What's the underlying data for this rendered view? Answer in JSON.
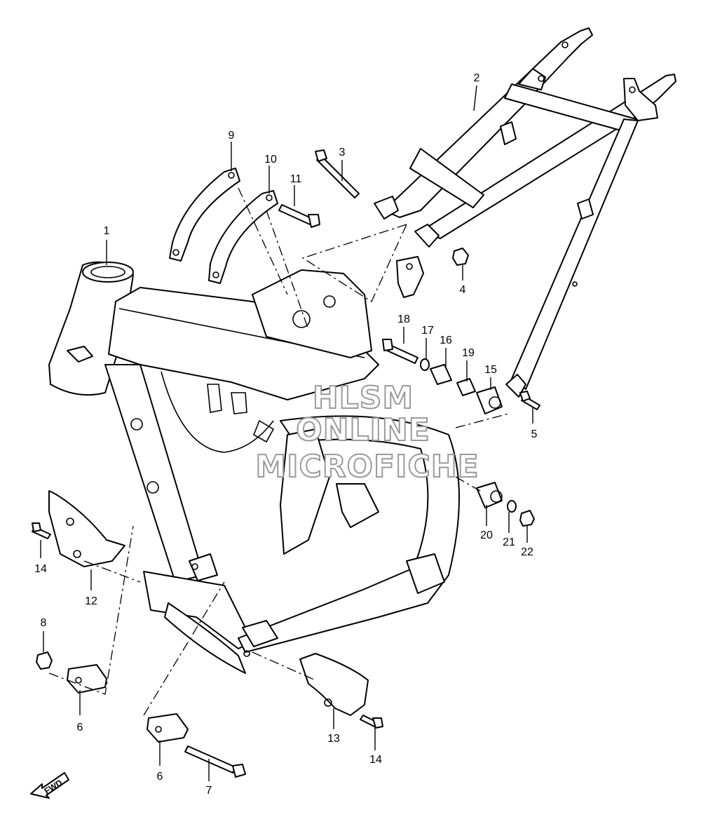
{
  "diagram": {
    "callouts": [
      {
        "id": "c1",
        "label": "1"
      },
      {
        "id": "c2",
        "label": "2"
      },
      {
        "id": "c3",
        "label": "3"
      },
      {
        "id": "c4",
        "label": "4"
      },
      {
        "id": "c5",
        "label": "5"
      },
      {
        "id": "c6a",
        "label": "6"
      },
      {
        "id": "c6b",
        "label": "6"
      },
      {
        "id": "c7",
        "label": "7"
      },
      {
        "id": "c8",
        "label": "8"
      },
      {
        "id": "c9",
        "label": "9"
      },
      {
        "id": "c10",
        "label": "10"
      },
      {
        "id": "c11",
        "label": "11"
      },
      {
        "id": "c12",
        "label": "12"
      },
      {
        "id": "c13",
        "label": "13"
      },
      {
        "id": "c14a",
        "label": "14"
      },
      {
        "id": "c14b",
        "label": "14"
      },
      {
        "id": "c15",
        "label": "15"
      },
      {
        "id": "c16",
        "label": "16"
      },
      {
        "id": "c17",
        "label": "17"
      },
      {
        "id": "c18",
        "label": "18"
      },
      {
        "id": "c19",
        "label": "19"
      },
      {
        "id": "c20",
        "label": "20"
      },
      {
        "id": "c21",
        "label": "21"
      },
      {
        "id": "c22",
        "label": "22"
      }
    ],
    "fwd_label": "FWD"
  },
  "watermark": {
    "line1": "HLSM",
    "line2": "ONLINE",
    "line3": "MICROFICHE"
  }
}
